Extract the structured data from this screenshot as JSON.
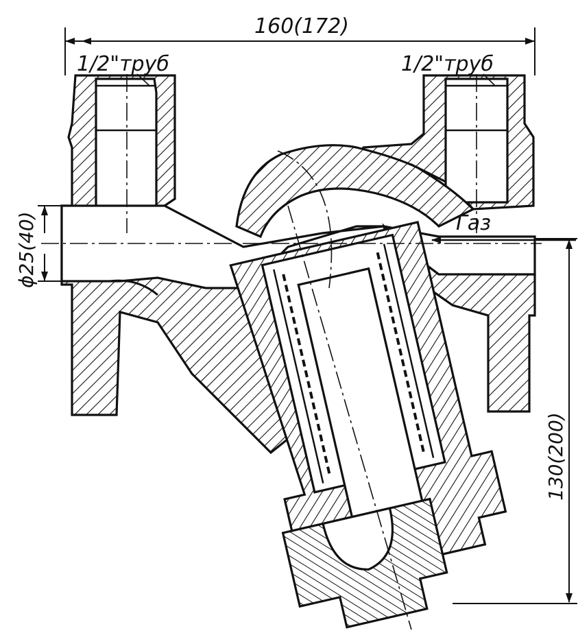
{
  "diagram": {
    "dim_overall_width": "160(172)",
    "pipe_label_left": "1/2\"труб",
    "pipe_label_right": "1/2\"труб",
    "dim_bore": "ϕ25(40)",
    "flow_label": "Газ",
    "dim_height": "130(200)"
  },
  "colors": {
    "ink": "#111111",
    "paper": "#ffffff"
  }
}
